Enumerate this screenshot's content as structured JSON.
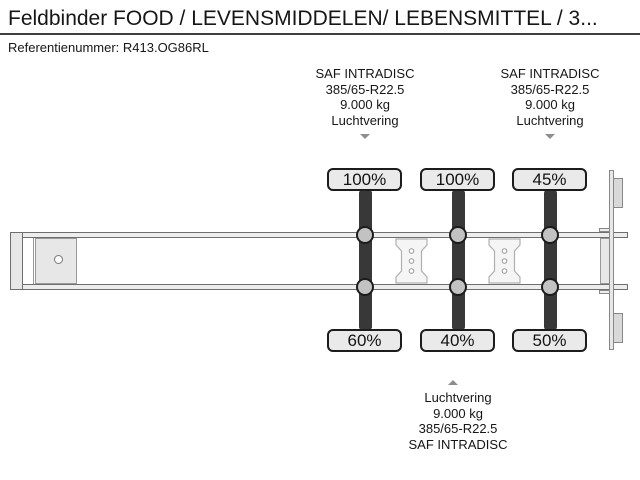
{
  "header": {
    "title": "Feldbinder FOOD / LEVENSMIDDELEN/ LEBENSMITTEL / 3...",
    "reference": "Referentienummer: R413.OG86RL"
  },
  "annotations": {
    "axle1_top": {
      "lines": [
        "SAF INTRADISC",
        "385/65-R22.5",
        "9.000 kg",
        "Luchtvering"
      ]
    },
    "axle3_top": {
      "lines": [
        "SAF INTRADISC",
        "385/65-R22.5",
        "9.000 kg",
        "Luchtvering"
      ]
    },
    "axle2_bottom": {
      "lines": [
        "Luchtvering",
        "9.000 kg",
        "385/65-R22.5",
        "SAF INTRADISC"
      ]
    }
  },
  "tires": {
    "axle1_top": "100%",
    "axle2_top": "100%",
    "axle3_top": "45%",
    "axle1_bottom": "60%",
    "axle2_bottom": "40%",
    "axle3_bottom": "50%"
  },
  "icons": {
    "arrow_down": "triangle-down pointer to axle",
    "arrow_up": "triangle-up pointer to axle"
  },
  "colors": {
    "background": "#ffffff",
    "text": "#161616",
    "tire": "#383838",
    "hub_fill": "#c2c2c2",
    "label_fill": "#eaeaea",
    "label_border": "#1c1c1c",
    "chassis_fill": "#ededed",
    "chassis_stroke": "#6e6e6e",
    "arrow": "#8e8e8e",
    "divider": "#3f3f3f"
  }
}
